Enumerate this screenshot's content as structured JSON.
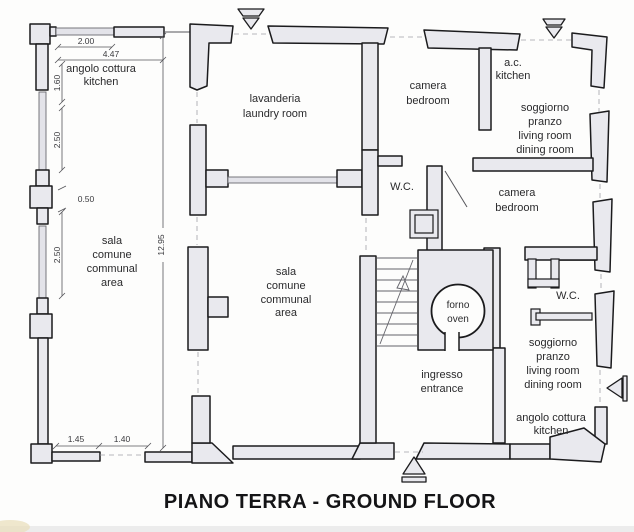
{
  "title": "PIANO TERRA - GROUND FLOOR",
  "colors": {
    "wall_fill": "#e9e9ee",
    "wall_line": "#1b1b1d",
    "glass_fill": "#e3e3e9",
    "dim_line": "#55555a",
    "text": "#2a2a2c"
  },
  "rooms": {
    "kitchen_top_left": {
      "line1": "angolo cottura",
      "line2": "kitchen"
    },
    "sala_left": {
      "line1": "sala",
      "line2": "comune",
      "line3": "communal",
      "line4": "area"
    },
    "lavanderia": {
      "line1": "lavanderia",
      "line2": "laundry room"
    },
    "sala_center": {
      "line1": "sala",
      "line2": "comune",
      "line3": "communal",
      "line4": "area"
    },
    "camera_top": {
      "line1": "camera",
      "line2": "bedroom"
    },
    "ac_kitchen": {
      "line1": "a.c.",
      "line2": "kitchen"
    },
    "soggiorno_top": {
      "line1": "soggiorno",
      "line2": "pranzo",
      "line3": "living room",
      "line4": "dining room"
    },
    "camera_mid": {
      "line1": "camera",
      "line2": "bedroom"
    },
    "wc_left": {
      "label": "W.C."
    },
    "wc_right": {
      "label": "W.C."
    },
    "forno": {
      "line1": "forno",
      "line2": "oven"
    },
    "ingresso": {
      "line1": "ingresso",
      "line2": "entrance"
    },
    "soggiorno_bottom": {
      "line1": "soggiorno",
      "line2": "pranzo",
      "line3": "living room",
      "line4": "dining room"
    },
    "kitchen_bottom_right": {
      "line1": "angolo cottura",
      "line2": "kitchen"
    }
  },
  "dimensions": {
    "top_width_small": "2.00",
    "top_width_large": "4.47",
    "left_h1": "1.60",
    "left_h2": "2.50",
    "left_post": "0.50",
    "left_h3": "2.50",
    "left_total": "12.95",
    "bottom_w1": "1.45",
    "bottom_w2": "1.40"
  },
  "icons": {
    "entrance_arrow_top": "down-triangle",
    "entrance_arrow_top_right": "down-triangle",
    "entrance_arrow_bottom": "up-triangle",
    "entrance_arrow_right": "left-triangle"
  }
}
